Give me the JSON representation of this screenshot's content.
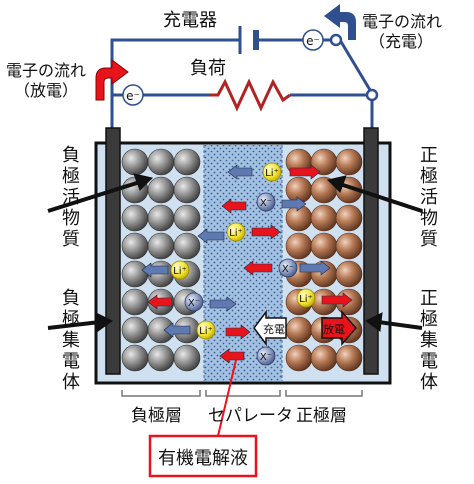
{
  "labels": {
    "charger": "充電器",
    "load": "負荷",
    "electron_flow_charge": "電子の流れ",
    "electron_flow_charge_sub": "（充電）",
    "electron_flow_discharge": "電子の流れ",
    "electron_flow_discharge_sub": "（放電）",
    "electron_symbol": "e⁻",
    "neg_active": "負極活物質",
    "neg_collector": "負極集電体",
    "pos_active": "正極活物質",
    "pos_collector": "正極集電体",
    "neg_layer": "負極層",
    "separator": "セパレータ",
    "pos_layer": "正極層",
    "electrolyte": "有機電解液",
    "li_ion": "Li⁺",
    "anion": "X⁻",
    "charge_tag": "充電",
    "discharge_tag": "放電"
  },
  "colors": {
    "wire": "#2f4f8f",
    "container_fill": "#cfe0f0",
    "separator_fill": "#a9c6e6",
    "collector": "#3a3a3a",
    "graphite_ball": "#8a8a8a",
    "cathode_ball": "#b07a5a",
    "li_ion": "#f2e23a",
    "anion": "#7d8fb8",
    "red_arrow": "#e8141b",
    "blue_arrow": "#5f7ab0",
    "black_arrow": "#111111",
    "electrolyte_box": "#e8141b"
  }
}
